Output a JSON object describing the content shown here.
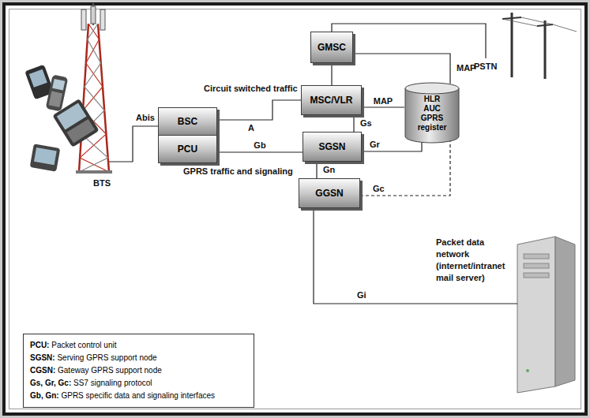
{
  "diagram": {
    "nodes": [
      {
        "text": [
          "GMSC"
        ]
      },
      {
        "text": [
          "MSC/VLR"
        ]
      },
      {
        "text": [
          "HLR AUC GPRS register"
        ]
      },
      {
        "text": [
          "BSC"
        ]
      },
      {
        "text": [
          "PCU"
        ]
      },
      {
        "text": [
          "SGSN"
        ]
      },
      {
        "text": [
          "GGSN"
        ]
      },
      {
        "text": [
          "PCU: Packet control unit",
          "SGSN: Serving GPRS support node",
          "CGSN: Gateway GPRS support node",
          "Gs, Gr, Gc: SS7 signaling protocol",
          "Gb, Gn: GPRS specific data and signaling interfaces"
        ]
      }
    ],
    "edges": [
      {
        "from": 0,
        "to": 1,
        "arrow": "none"
      },
      {
        "from": 0,
        "to": 2,
        "label": "MAP",
        "arrow": "none"
      },
      {
        "from": 1,
        "to": 2,
        "label": "MAP",
        "arrow": "none"
      },
      {
        "from": 3,
        "to": 1,
        "label": "A",
        "arrow": "none"
      },
      {
        "from": 4,
        "to": 5,
        "label": "Gb",
        "arrow": "none"
      },
      {
        "from": 1,
        "to": 5,
        "label": "Gs",
        "arrow": "none"
      },
      {
        "from": 5,
        "to": 2,
        "label": "Gr",
        "arrow": "none"
      },
      {
        "from": 5,
        "to": 6,
        "label": "Gn",
        "arrow": "none"
      },
      {
        "from": 6,
        "to": 2,
        "label": "Gc",
        "arrow": "none"
      }
    ],
    "labels": [
      "Circuit switched traffic",
      "Abis",
      "BTS",
      "GPRS traffic and signaling",
      "PSTN",
      "Packet data network (internet/intranet mail server)",
      "Gi"
    ]
  }
}
